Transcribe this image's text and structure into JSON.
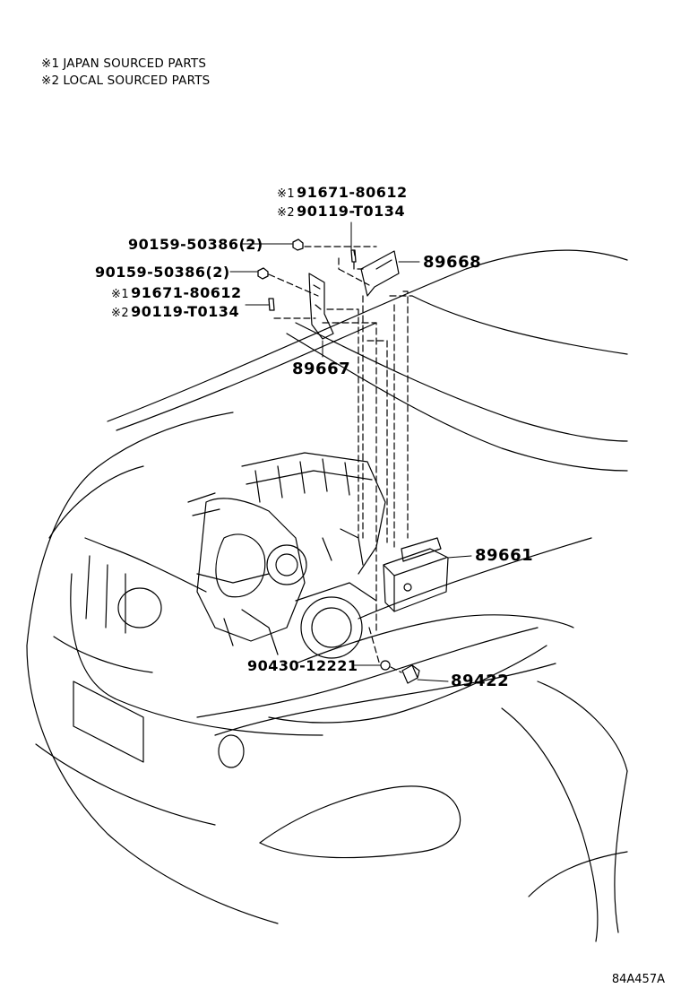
{
  "notes": [
    {
      "mark": "※1",
      "text": "JAPAN SOURCED PARTS"
    },
    {
      "mark": "※2",
      "text": "LOCAL SOURCED PARTS"
    }
  ],
  "parts": {
    "bolt_top_1": {
      "mark": "※1",
      "number": "91671-80612"
    },
    "bolt_top_2": {
      "mark": "※2",
      "number": "90119-T0134"
    },
    "nut_a": {
      "number": "90159-50386(2)"
    },
    "nut_b": {
      "number": "90159-50386(2)"
    },
    "bolt_left_1": {
      "mark": "※1",
      "number": "91671-80612"
    },
    "bolt_left_2": {
      "mark": "※2",
      "number": "90119-T0134"
    },
    "bracket_right": {
      "number": "89668"
    },
    "bracket_left": {
      "number": "89667"
    },
    "ecu": {
      "number": "89661"
    },
    "gasket": {
      "number": "90430-12221"
    },
    "sensor": {
      "number": "89422"
    }
  },
  "diagram_code": "84A457A"
}
